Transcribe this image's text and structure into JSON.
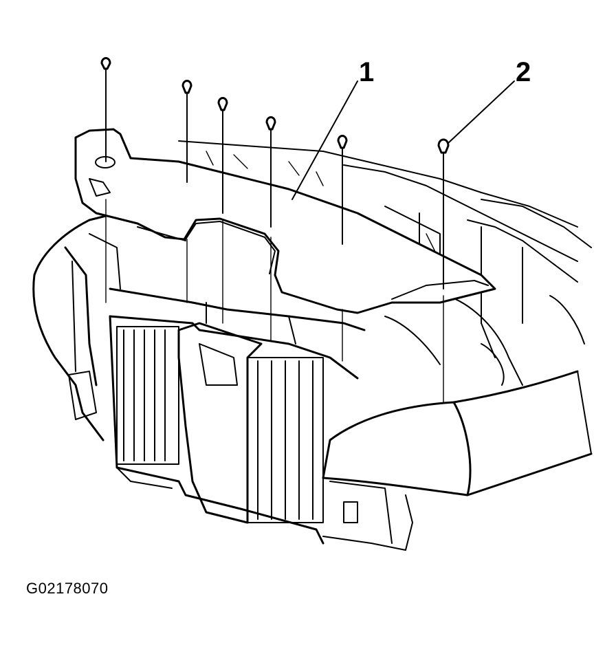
{
  "callouts": {
    "one": "1",
    "two": "2"
  },
  "figure_id": "G02178070"
}
